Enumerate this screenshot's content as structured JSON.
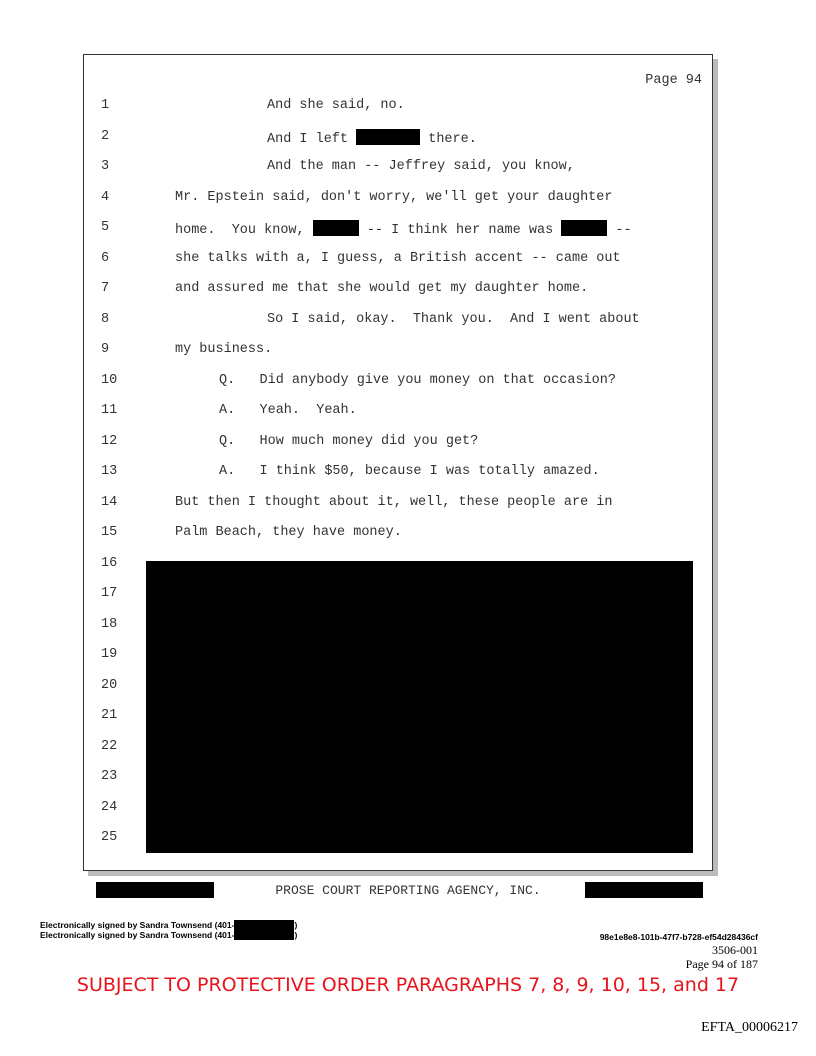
{
  "page_label": "Page 94",
  "lines": [
    {
      "n": "1",
      "indent": "ind",
      "parts": [
        {
          "t": "And she said, no."
        }
      ]
    },
    {
      "n": "2",
      "indent": "ind",
      "parts": [
        {
          "t": "And I left "
        },
        {
          "r": 64
        },
        {
          "t": " there."
        }
      ]
    },
    {
      "n": "3",
      "indent": "ind",
      "parts": [
        {
          "t": "And the man -- Jeffrey said, you know,"
        }
      ]
    },
    {
      "n": "4",
      "indent": "",
      "parts": [
        {
          "t": "Mr. Epstein said, don't worry, we'll get your daughter"
        }
      ]
    },
    {
      "n": "5",
      "indent": "",
      "parts": [
        {
          "t": "home.  You know, "
        },
        {
          "r": 46
        },
        {
          "t": " -- I think her name was "
        },
        {
          "r": 46
        },
        {
          "t": " --"
        }
      ]
    },
    {
      "n": "6",
      "indent": "",
      "parts": [
        {
          "t": "she talks with a, I guess, a British accent -- came out"
        }
      ]
    },
    {
      "n": "7",
      "indent": "",
      "parts": [
        {
          "t": "and assured me that she would get my daughter home."
        }
      ]
    },
    {
      "n": "8",
      "indent": "ind",
      "parts": [
        {
          "t": "So I said, okay.  Thank you.  And I went about"
        }
      ]
    },
    {
      "n": "9",
      "indent": "",
      "parts": [
        {
          "t": "my business."
        }
      ]
    },
    {
      "n": "10",
      "indent": "qa",
      "parts": [
        {
          "t": "Q.   Did anybody give you money on that occasion?"
        }
      ]
    },
    {
      "n": "11",
      "indent": "qa",
      "parts": [
        {
          "t": "A.   Yeah.  Yeah."
        }
      ]
    },
    {
      "n": "12",
      "indent": "qa",
      "parts": [
        {
          "t": "Q.   How much money did you get?"
        }
      ]
    },
    {
      "n": "13",
      "indent": "qa",
      "parts": [
        {
          "t": "A.   I think $50, because I was totally amazed."
        }
      ]
    },
    {
      "n": "14",
      "indent": "",
      "parts": [
        {
          "t": "But then I thought about it, well, these people are in"
        }
      ]
    },
    {
      "n": "15",
      "indent": "",
      "parts": [
        {
          "t": "Palm Beach, they have money."
        }
      ]
    },
    {
      "n": "16",
      "indent": "",
      "parts": []
    },
    {
      "n": "17",
      "indent": "",
      "parts": []
    },
    {
      "n": "18",
      "indent": "",
      "parts": []
    },
    {
      "n": "19",
      "indent": "",
      "parts": []
    },
    {
      "n": "20",
      "indent": "",
      "parts": []
    },
    {
      "n": "21",
      "indent": "",
      "parts": []
    },
    {
      "n": "22",
      "indent": "",
      "parts": []
    },
    {
      "n": "23",
      "indent": "",
      "parts": []
    },
    {
      "n": "24",
      "indent": "",
      "parts": []
    },
    {
      "n": "25",
      "indent": "",
      "parts": []
    }
  ],
  "footer": {
    "company": "PROSE COURT REPORTING AGENCY, INC.",
    "sig_prefix": "Electronically signed by Sandra Townsend (401-",
    "sig_suffix": ")",
    "hash": "98e1e8e8-101b-47f7-b728-ef54d28436cf",
    "case_no": "3506-001",
    "page_of": "Page 94 of 187",
    "order": "SUBJECT TO PROTECTIVE ORDER PARAGRAPHS 7, 8, 9, 10, 15, and 17",
    "bates": "EFTA_00006217"
  },
  "colors": {
    "order_red": "#e8141c"
  }
}
